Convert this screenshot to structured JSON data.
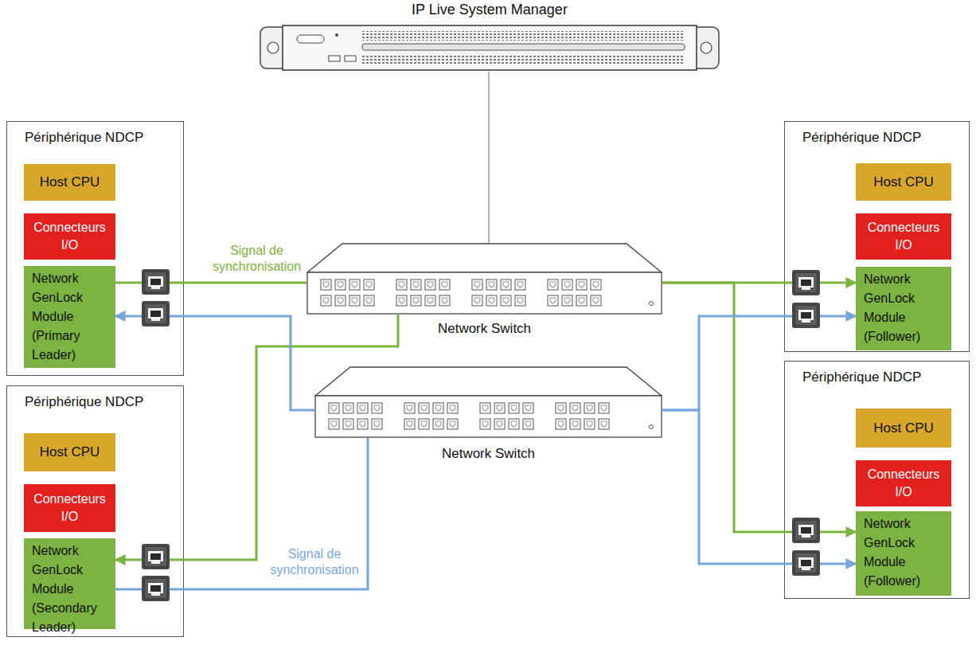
{
  "diagram": {
    "nodes": [
      {
        "text": [
          "IP Live System Manager"
        ]
      },
      {
        "text": [
          "Périphérique NDCP"
        ]
      },
      {
        "text": [
          "Host CPU"
        ],
        "in": 1
      },
      {
        "text": [
          "Connecteurs I/O"
        ],
        "in": 1
      },
      {
        "text": [
          "Network GenLock Module (Primary Leader)"
        ],
        "in": 1
      },
      {
        "text": [
          "Périphérique NDCP"
        ]
      },
      {
        "text": [
          "Host CPU"
        ],
        "in": 5
      },
      {
        "text": [
          "Connecteurs I/O"
        ],
        "in": 5
      },
      {
        "text": [
          "Network GenLock Module (Secondary Leader)"
        ],
        "in": 5
      },
      {
        "text": [
          "Network Switch"
        ]
      },
      {
        "text": [
          "Network Switch"
        ]
      },
      {
        "text": [
          "Périphérique NDCP"
        ]
      },
      {
        "text": [
          "Host CPU"
        ],
        "in": 11
      },
      {
        "text": [
          "Connecteurs I/O"
        ],
        "in": 11
      },
      {
        "text": [
          "Network GenLock Module (Follower)"
        ],
        "in": 11
      },
      {
        "text": [
          "Périphérique NDCP"
        ]
      },
      {
        "text": [
          "Host CPU"
        ],
        "in": 15
      },
      {
        "text": [
          "Connecteurs I/O"
        ],
        "in": 15
      },
      {
        "text": [
          "Network GenLock Module (Follower)"
        ],
        "in": 15
      }
    ],
    "edges": [
      {
        "from": 0,
        "to": 9,
        "arrow": "none"
      },
      {
        "from": 4,
        "to": 9,
        "label": "Signal de synchronisation",
        "arrow": "none"
      },
      {
        "from": 9,
        "to": 8,
        "arrow": "to"
      },
      {
        "from": 9,
        "to": 14,
        "arrow": "to"
      },
      {
        "from": 9,
        "to": 18,
        "arrow": "to"
      },
      {
        "from": 8,
        "to": 10,
        "label": "Signal de synchronisation",
        "arrow": "none"
      },
      {
        "from": 10,
        "to": 4,
        "arrow": "to"
      },
      {
        "from": 10,
        "to": 14,
        "arrow": "to"
      },
      {
        "from": 10,
        "to": 18,
        "arrow": "to"
      }
    ]
  }
}
